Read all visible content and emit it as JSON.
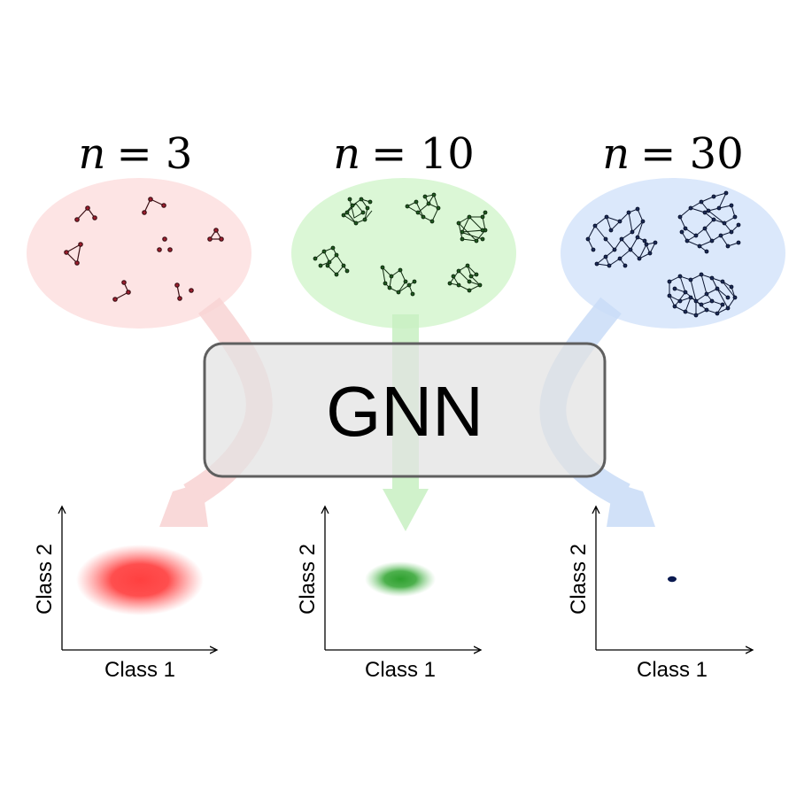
{
  "panels": [
    {
      "n_symbol": "n",
      "n_value": "= 3",
      "color": "#c0263a",
      "blob_color": "#fde4e4",
      "arrow_color": "#f8d3d3",
      "cloud_color": "#ff4040",
      "x_label": "Class 1",
      "y_label": "Class 2",
      "spread": "large"
    },
    {
      "n_symbol": "n",
      "n_value": "= 10",
      "color": "#1f5a1f",
      "blob_color": "#dbf7d6",
      "arrow_color": "#c8f0c2",
      "cloud_color": "#2ea02e",
      "x_label": "Class 1",
      "y_label": "Class 2",
      "spread": "medium"
    },
    {
      "n_symbol": "n",
      "n_value": "= 30",
      "color": "#1c2a55",
      "blob_color": "#dbe8fb",
      "arrow_color": "#c9dcf7",
      "cloud_color": "#0a1a50",
      "x_label": "Class 1",
      "y_label": "Class 2",
      "spread": "tiny"
    }
  ],
  "model": {
    "label": "GNN",
    "box_color": "#e2e2e2",
    "border_color": "#5f5f5f"
  }
}
